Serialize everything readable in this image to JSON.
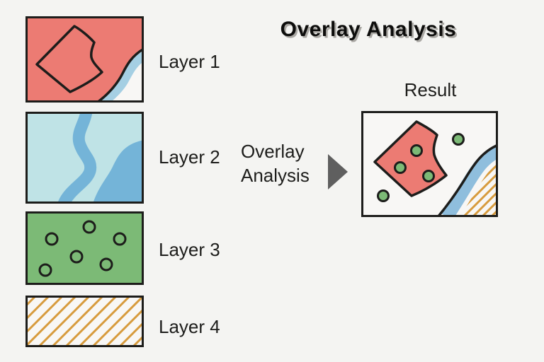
{
  "title": "Overlay Analysis",
  "layers": [
    {
      "label": "Layer 1",
      "content": "red zone with parcel polygon and river corner"
    },
    {
      "label": "Layer 2",
      "content": "river and water bodies"
    },
    {
      "label": "Layer 3",
      "content": "green area with point features"
    },
    {
      "label": "Layer 4",
      "content": "orange diagonal hatch zone"
    }
  ],
  "process": {
    "label": "Overlay Analysis"
  },
  "result": {
    "label": "Result"
  },
  "colors": {
    "bg": "#f4f4f2",
    "panel": "#f8f7f5",
    "ink": "#1d1d1b",
    "red": "#ec7b73",
    "cyan": "#bfe3e6",
    "river1": "#a5cfe3",
    "river2": "#74b4d8",
    "river3": "#8fbedd",
    "green": "#7cba76",
    "orange": "#d79b3d",
    "arrow": "#5f5f5f",
    "shadow": "#aaa8a4"
  }
}
